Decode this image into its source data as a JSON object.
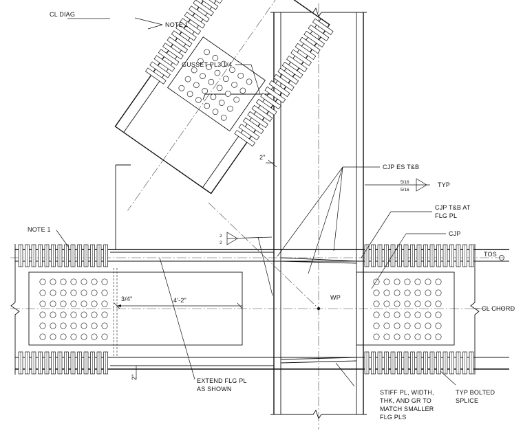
{
  "labels": {
    "cl_diag": "CL DIAG",
    "note1_top": "NOTE 1",
    "gusset": "GUSSET PL3 1/4",
    "gap_top": "2\"",
    "cjp_es": "CJP ES T&B",
    "weld_top": "5/16",
    "weld_bottom": "5/16",
    "typ": "TYP",
    "cjp_tb_line1": "CJP T&B AT",
    "cjp_tb_line2": "FLG PL",
    "cjp": "CJP",
    "note1_left": "NOTE 1",
    "fillet_top": "2",
    "fillet_bottom": "2",
    "tos": "TOS",
    "dim_small": "3/4\"",
    "dim_long": "4'-2\"",
    "wp": "WP",
    "cl_chord": "CL CHORD",
    "gap_bottom": "2\"",
    "extend_line1": "EXTEND FLG PL",
    "extend_line2": "AS SHOWN",
    "stiff_line1": "STIFF PL, WIDTH,",
    "stiff_line2": "THK, AND GR TO",
    "stiff_line3": "MATCH SMALLER",
    "stiff_line4": "FLG PLS",
    "typ_bolted_line1": "TYP BOLTED",
    "typ_bolted_line2": "SPLICE"
  },
  "colors": {
    "line": "#111111",
    "background": "#ffffff"
  }
}
